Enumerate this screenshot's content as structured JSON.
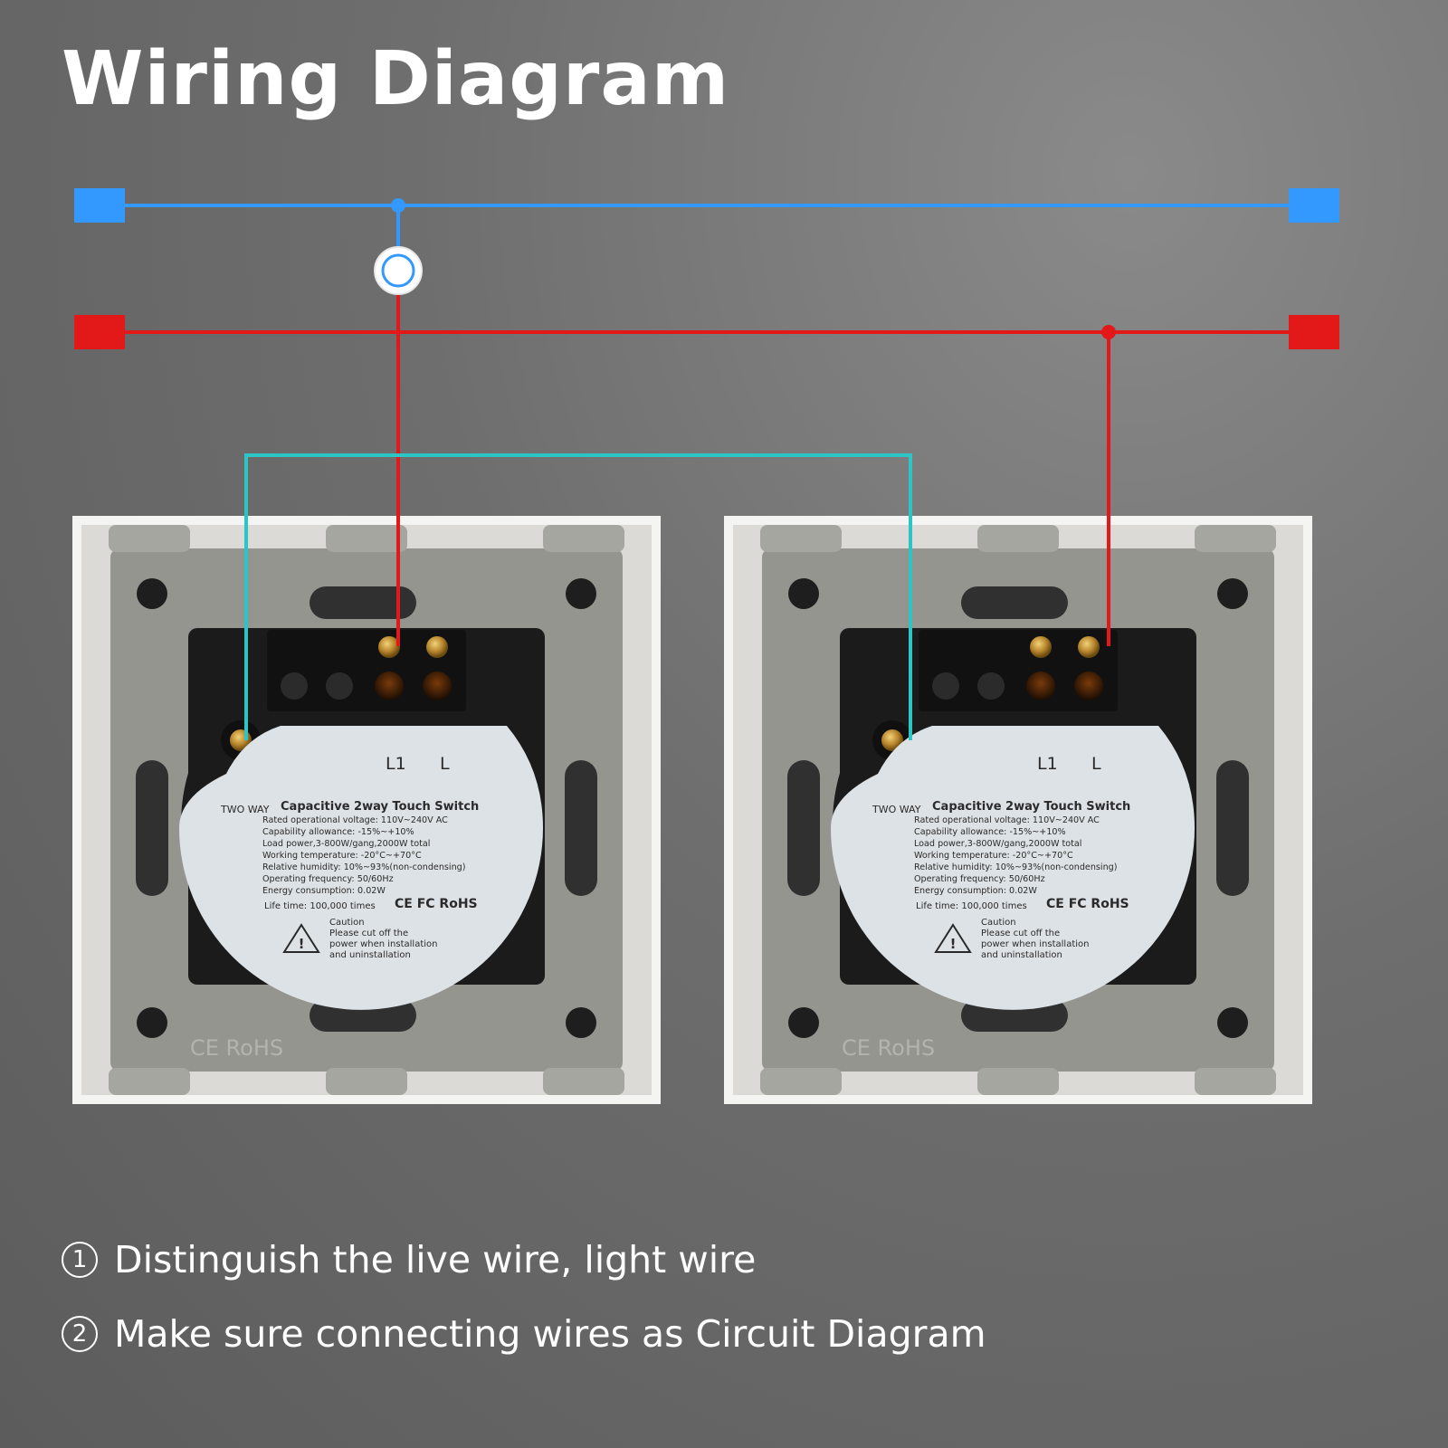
{
  "title": "Wiring Diagram",
  "colors": {
    "light_wire": "#3399ff",
    "live_wire": "#e31818",
    "traveller_wire": "#2cc4c4",
    "plate": "#f4f4f2",
    "housing": "#959590",
    "module": "#1b1b1b",
    "label": "#dde2e6"
  },
  "icons": [
    "lamp-icon",
    "warning-icon"
  ],
  "switches": [
    {
      "terminal_l1": "L1",
      "terminal_l": "L",
      "brand": "TWO WAY",
      "product": "Capacitive 2way Touch Switch",
      "specs": [
        "Rated operational voltage:  110V~240V  AC",
        "Capability allowance:  -15%~+10%",
        "Load power,3-800W/gang,2000W total",
        "Working temperature:  -20°C~+70°C",
        "Relative humidity:  10%~93%(non-condensing)",
        "Operating frequency:  50/60Hz",
        "Energy consumption:  0.02W",
        "Life time:  100,000 times"
      ],
      "cert_marks": "CE  FC  RoHS",
      "caution_title": "Caution",
      "caution_lines": [
        "Please cut off the",
        "power when installation",
        "and uninstallation"
      ],
      "housing_mark": "CE RoHS"
    },
    {
      "terminal_l1": "L1",
      "terminal_l": "L",
      "brand": "TWO WAY",
      "product": "Capacitive 2way Touch Switch",
      "specs": [
        "Rated operational voltage:  110V~240V  AC",
        "Capability allowance:  -15%~+10%",
        "Load power,3-800W/gang,2000W total",
        "Working temperature:  -20°C~+70°C",
        "Relative humidity:  10%~93%(non-condensing)",
        "Operating frequency:  50/60Hz",
        "Energy consumption:  0.02W",
        "Life time:  100,000 times"
      ],
      "cert_marks": "CE  FC  RoHS",
      "caution_title": "Caution",
      "caution_lines": [
        "Please cut off the",
        "power when installation",
        "and uninstallation"
      ],
      "housing_mark": "CE RoHS"
    }
  ],
  "steps": [
    {
      "num": "1",
      "text": "Distinguish the live wire, light wire"
    },
    {
      "num": "2",
      "text": "Make sure connecting wires as Circuit Diagram"
    }
  ]
}
